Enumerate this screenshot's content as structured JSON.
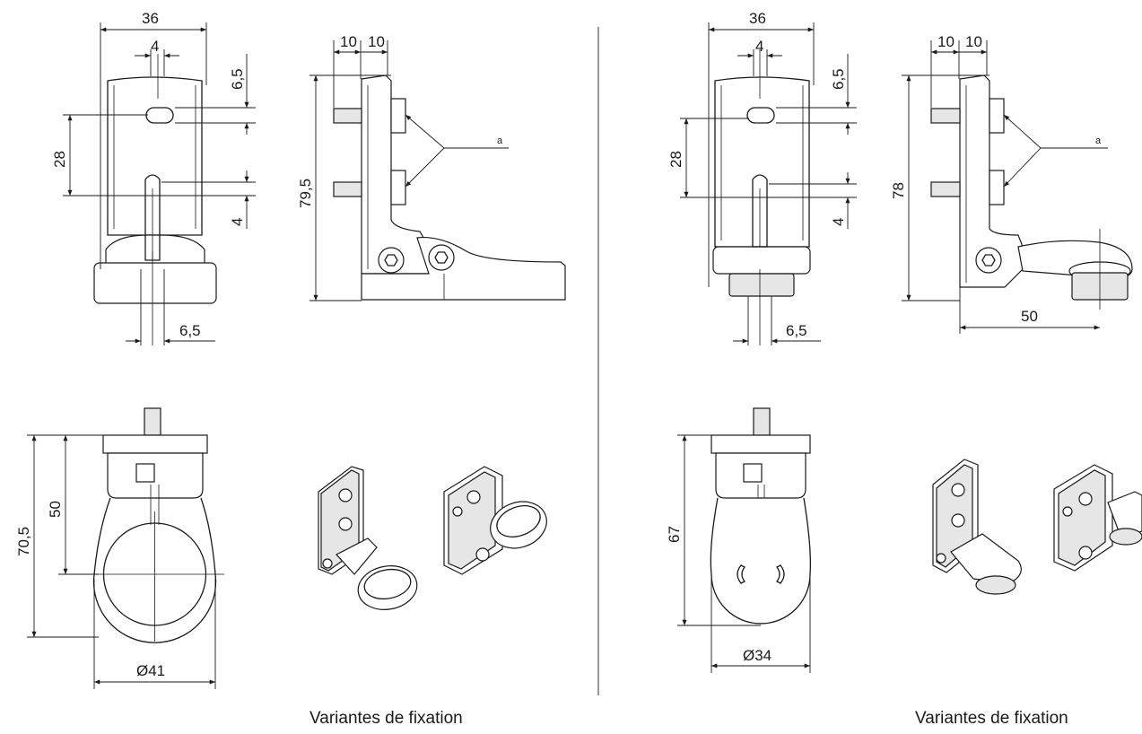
{
  "variant_left": {
    "front_view": {
      "width": "36",
      "slot_width": "4",
      "slot_top": "6,5",
      "spacing": "28",
      "slot_bottom": "4",
      "offset": "6,5"
    },
    "side_view": {
      "pitch_a": "10",
      "pitch_b": "10",
      "height": "79,5",
      "callout": "a"
    },
    "bottom_view": {
      "total_height": "70,5",
      "height": "50",
      "diameter": "Ø41"
    },
    "caption": "Variantes de fixation"
  },
  "variant_right": {
    "front_view": {
      "width": "36",
      "slot_width": "4",
      "slot_top": "6,5",
      "spacing": "28",
      "slot_bottom": "4",
      "offset": "6,5"
    },
    "side_view": {
      "pitch_a": "10",
      "pitch_b": "10",
      "height": "78",
      "length": "50",
      "callout": "a"
    },
    "bottom_view": {
      "height": "67",
      "diameter": "Ø34"
    },
    "caption": "Variantes de fixation"
  }
}
